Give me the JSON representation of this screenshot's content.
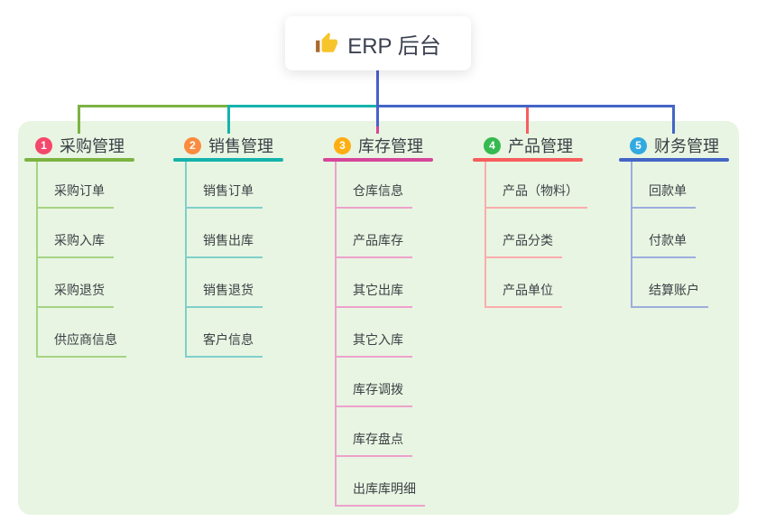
{
  "root": {
    "title": "ERP 后台",
    "icon": "thumbs-up-icon"
  },
  "colors": {
    "canvas_background": "#ffffff",
    "panel_background": "#e8f5e2",
    "root_link": "#4a5fd1"
  },
  "branches": [
    {
      "index": "1",
      "label": "采购管理",
      "line_color": "#7cb342",
      "light_color": "#a5d483",
      "badge_color": "#f5476b",
      "children": [
        "采购订单",
        "采购入库",
        "采购退货",
        "供应商信息"
      ]
    },
    {
      "index": "2",
      "label": "销售管理",
      "line_color": "#14b3ab",
      "light_color": "#7fd0ca",
      "badge_color": "#fb8b3f",
      "children": [
        "销售订单",
        "销售出库",
        "销售退货",
        "客户信息"
      ]
    },
    {
      "index": "3",
      "label": "库存管理",
      "line_color": "#d6469a",
      "light_color": "#eda2cc",
      "badge_color": "#feae11",
      "children": [
        "仓库信息",
        "产品库存",
        "其它出库",
        "其它入库",
        "库存调拨",
        "库存盘点",
        "出库库明细"
      ]
    },
    {
      "index": "4",
      "label": "产品管理",
      "line_color": "#f75d5d",
      "light_color": "#fbadad",
      "badge_color": "#35b950",
      "children": [
        "产品（物料）",
        "产品分类",
        "产品单位"
      ]
    },
    {
      "index": "5",
      "label": "财务管理",
      "line_color": "#4365c6",
      "light_color": "#9cadde",
      "badge_color": "#32a9e1",
      "children": [
        "回款单",
        "付款单",
        "结算账户"
      ]
    }
  ]
}
